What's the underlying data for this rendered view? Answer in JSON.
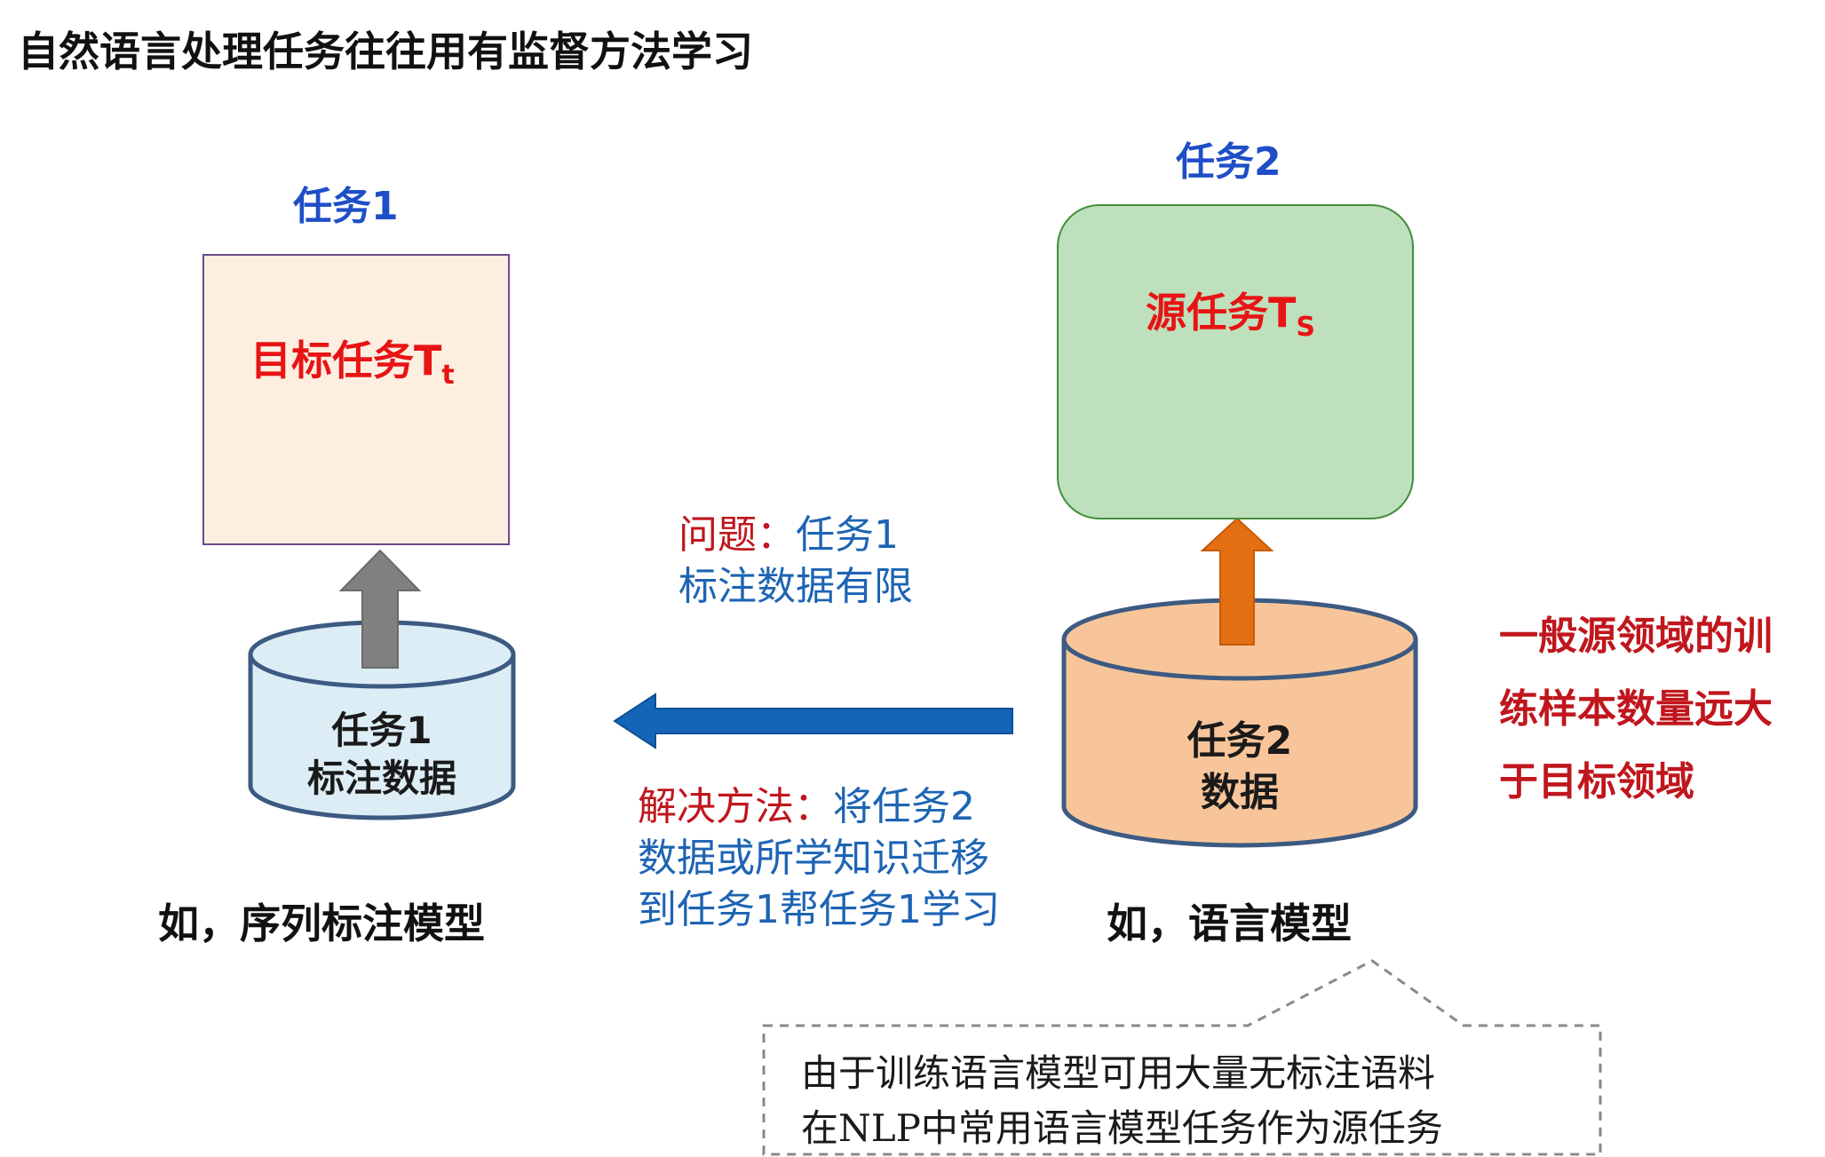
{
  "title": "自然语言处理任务往往用有监督方法学习",
  "left": {
    "task_label": "任务1",
    "box_text": "目标任务T",
    "box_sub": "t",
    "cylinder_line1": "任务1",
    "cylinder_line2": "标注数据",
    "example": "如，序列标注模型"
  },
  "right": {
    "task_label": "任务2",
    "box_text": "源任务T",
    "box_sub": "S",
    "cylinder_line1": "任务2",
    "cylinder_line2": "数据",
    "example": "如，语言模型"
  },
  "problem": {
    "prefix": "问题：",
    "line1": "任务1",
    "line2": "标注数据有限"
  },
  "solution": {
    "prefix": "解决方法：",
    "line1": "将任务2",
    "line2": "数据或所学知识迁移",
    "line3": "到任务1帮任务1学习"
  },
  "side_note": {
    "line1": "一般源领域的训",
    "line2": "练样本数量远大",
    "line3": "于目标领域"
  },
  "callout": {
    "line1": "由于训练语言模型可用大量无标注语料",
    "line2": "在NLP中常用语言模型任务作为源任务"
  },
  "colors": {
    "target_box_fill": "#fdeee2",
    "source_box_fill": "#bfe0bd",
    "left_cylinder_fill": "#dcedf5",
    "right_cylinder_fill": "#f8c59a",
    "accent_red": "#e81414",
    "accent_blue": "#1d64b3",
    "transfer_arrow": "#1465b8",
    "left_up_arrow": "#808080",
    "right_up_arrow": "#e36f12"
  }
}
